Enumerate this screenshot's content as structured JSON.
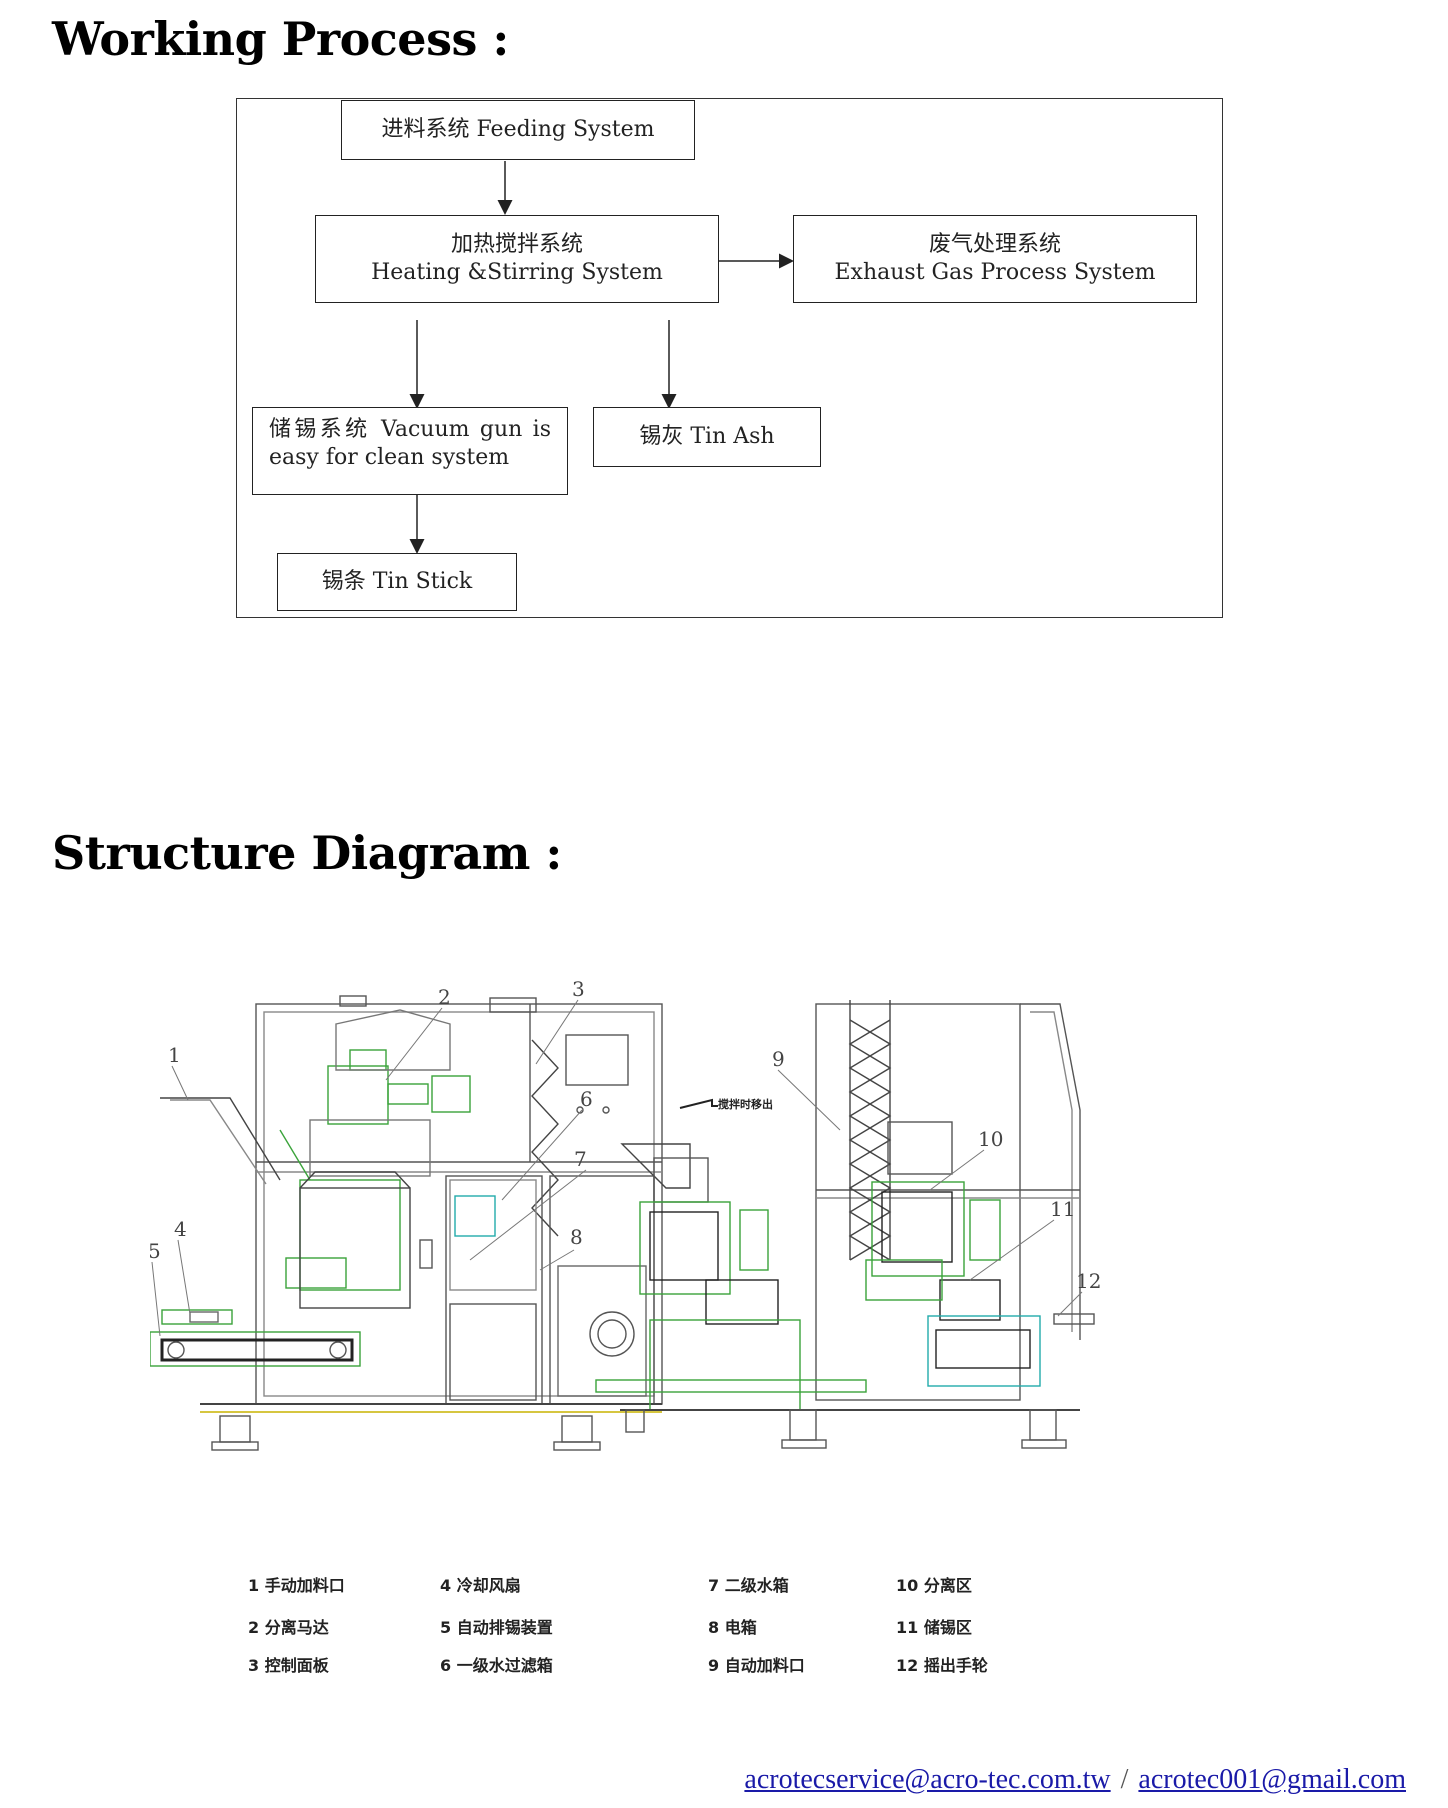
{
  "headings": {
    "working_process": "Working Process :",
    "structure_diagram": "Structure Diagram :"
  },
  "flowchart": {
    "feeding": "进料系统 Feeding System",
    "heating_cn": "加热搅拌系统",
    "heating_en": "Heating &Stirring System",
    "exhaust_cn": "废气处理系统",
    "exhaust_en": "Exhaust Gas Process System",
    "storage": "储锡系统 Vacuum gun is easy for clean system",
    "tin_ash": "锡灰 Tin Ash",
    "tin_stick": "锡条 Tin Stick"
  },
  "diagram": {
    "callouts": [
      "1",
      "2",
      "3",
      "4",
      "5",
      "6",
      "7",
      "8",
      "9",
      "10",
      "11",
      "12"
    ],
    "note": "搅拌时移出"
  },
  "legend": [
    "1 手动加料口",
    "2 分离马达",
    "3 控制面板",
    "4 冷却风扇",
    "5 自动排锡装置",
    "6 一级水过滤箱",
    "7 二级水箱",
    "8 电箱",
    "9 自动加料口",
    "10 分离区",
    "11 储锡区",
    "12 摇出手轮"
  ],
  "footer": {
    "email1": "acrotecservice@acro-tec.com.tw",
    "separator": "/",
    "email2": "acrotec001@gmail.com"
  }
}
